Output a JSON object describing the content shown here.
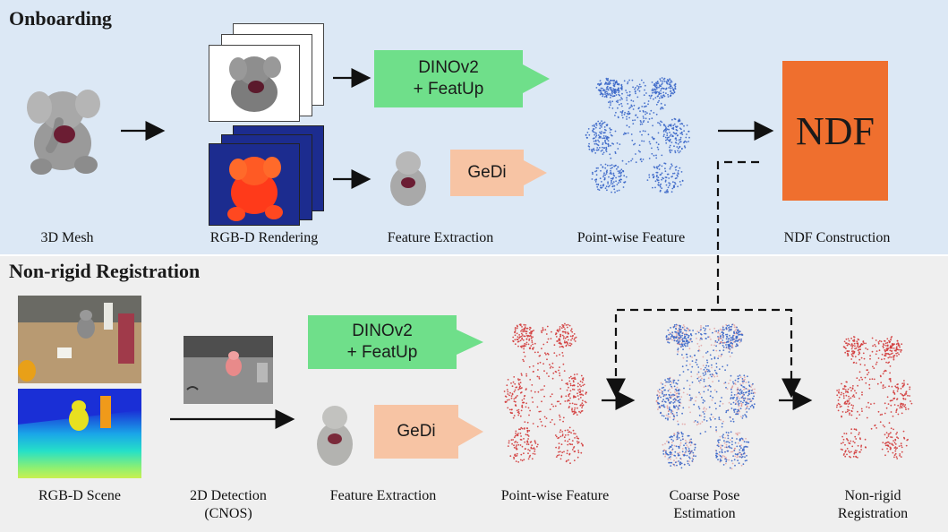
{
  "onboarding": {
    "title": "Onboarding",
    "captions": {
      "mesh": "3D Mesh",
      "rendering": "RGB-D Rendering",
      "extraction": "Feature Extraction",
      "pointwise": "Point-wise Feature",
      "ndf_construction": "NDF Construction"
    },
    "dino_line1": "DINOv2",
    "dino_line2": "+ FeatUp",
    "gedi": "GeDi",
    "ndf": "NDF"
  },
  "registration": {
    "title": "Non-rigid Registration",
    "captions": {
      "scene": "RGB-D Scene",
      "detection_line1": "2D Detection",
      "detection_line2": "(CNOS)",
      "extraction": "Feature Extraction",
      "pointwise": "Point-wise Feature",
      "coarse_line1": "Coarse Pose",
      "coarse_line2": "Estimation",
      "nonrigid_line1": "Non-rigid",
      "nonrigid_line2": "Registration"
    },
    "dino_line1": "DINOv2",
    "dino_line2": "+ FeatUp",
    "gedi": "GeDi"
  },
  "colors": {
    "top_panel": "#dce8f5",
    "bottom_panel": "#efefef",
    "dino_green": "#6fdf8a",
    "gedi_peach": "#f7c4a4",
    "ndf_orange": "#ef6f2e",
    "blue_points": "#3a66c8",
    "red_points": "#d23a3a"
  }
}
